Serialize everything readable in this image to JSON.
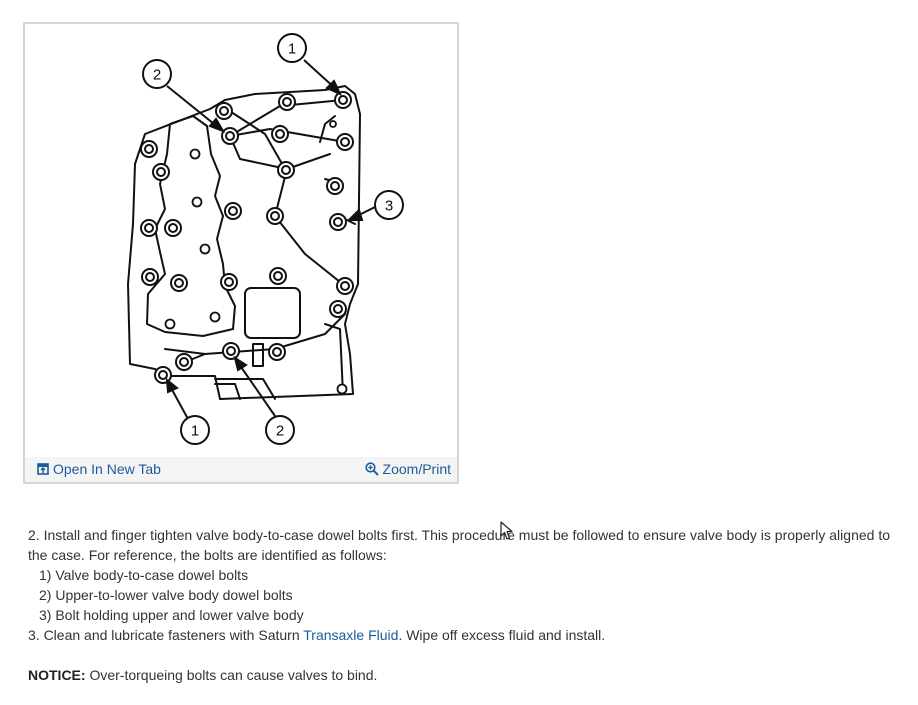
{
  "figure": {
    "callouts": [
      "1",
      "2",
      "3",
      "2",
      "1"
    ],
    "toolbar": {
      "open_label": "Open In New Tab",
      "zoom_label": "Zoom/Print",
      "open_icon": "open-new-tab-icon",
      "zoom_icon": "zoom-icon"
    }
  },
  "instructions": {
    "step2": "2. Install and finger tighten valve body-to-case dowel bolts first. This procedure must be followed to ensure valve body is properly aligned to the case. For reference, the bolts are identified as follows:",
    "items": [
      "1) Valve body-to-case dowel bolts",
      "2) Upper-to-lower valve body dowel bolts",
      "3) Bolt holding upper and lower valve body"
    ],
    "step3_prefix": "3. Clean and lubricate fasteners with Saturn ",
    "step3_link": "Transaxle Fluid",
    "step3_suffix": ". Wipe off excess fluid and install.",
    "notice_label": "NOTICE:",
    "notice_text": " Over-torqueing bolts can cause valves to bind."
  },
  "colors": {
    "link": "#1a5c9a",
    "toolbar_bg": "#f4f4f4",
    "card_border": "#d6d6d6"
  }
}
